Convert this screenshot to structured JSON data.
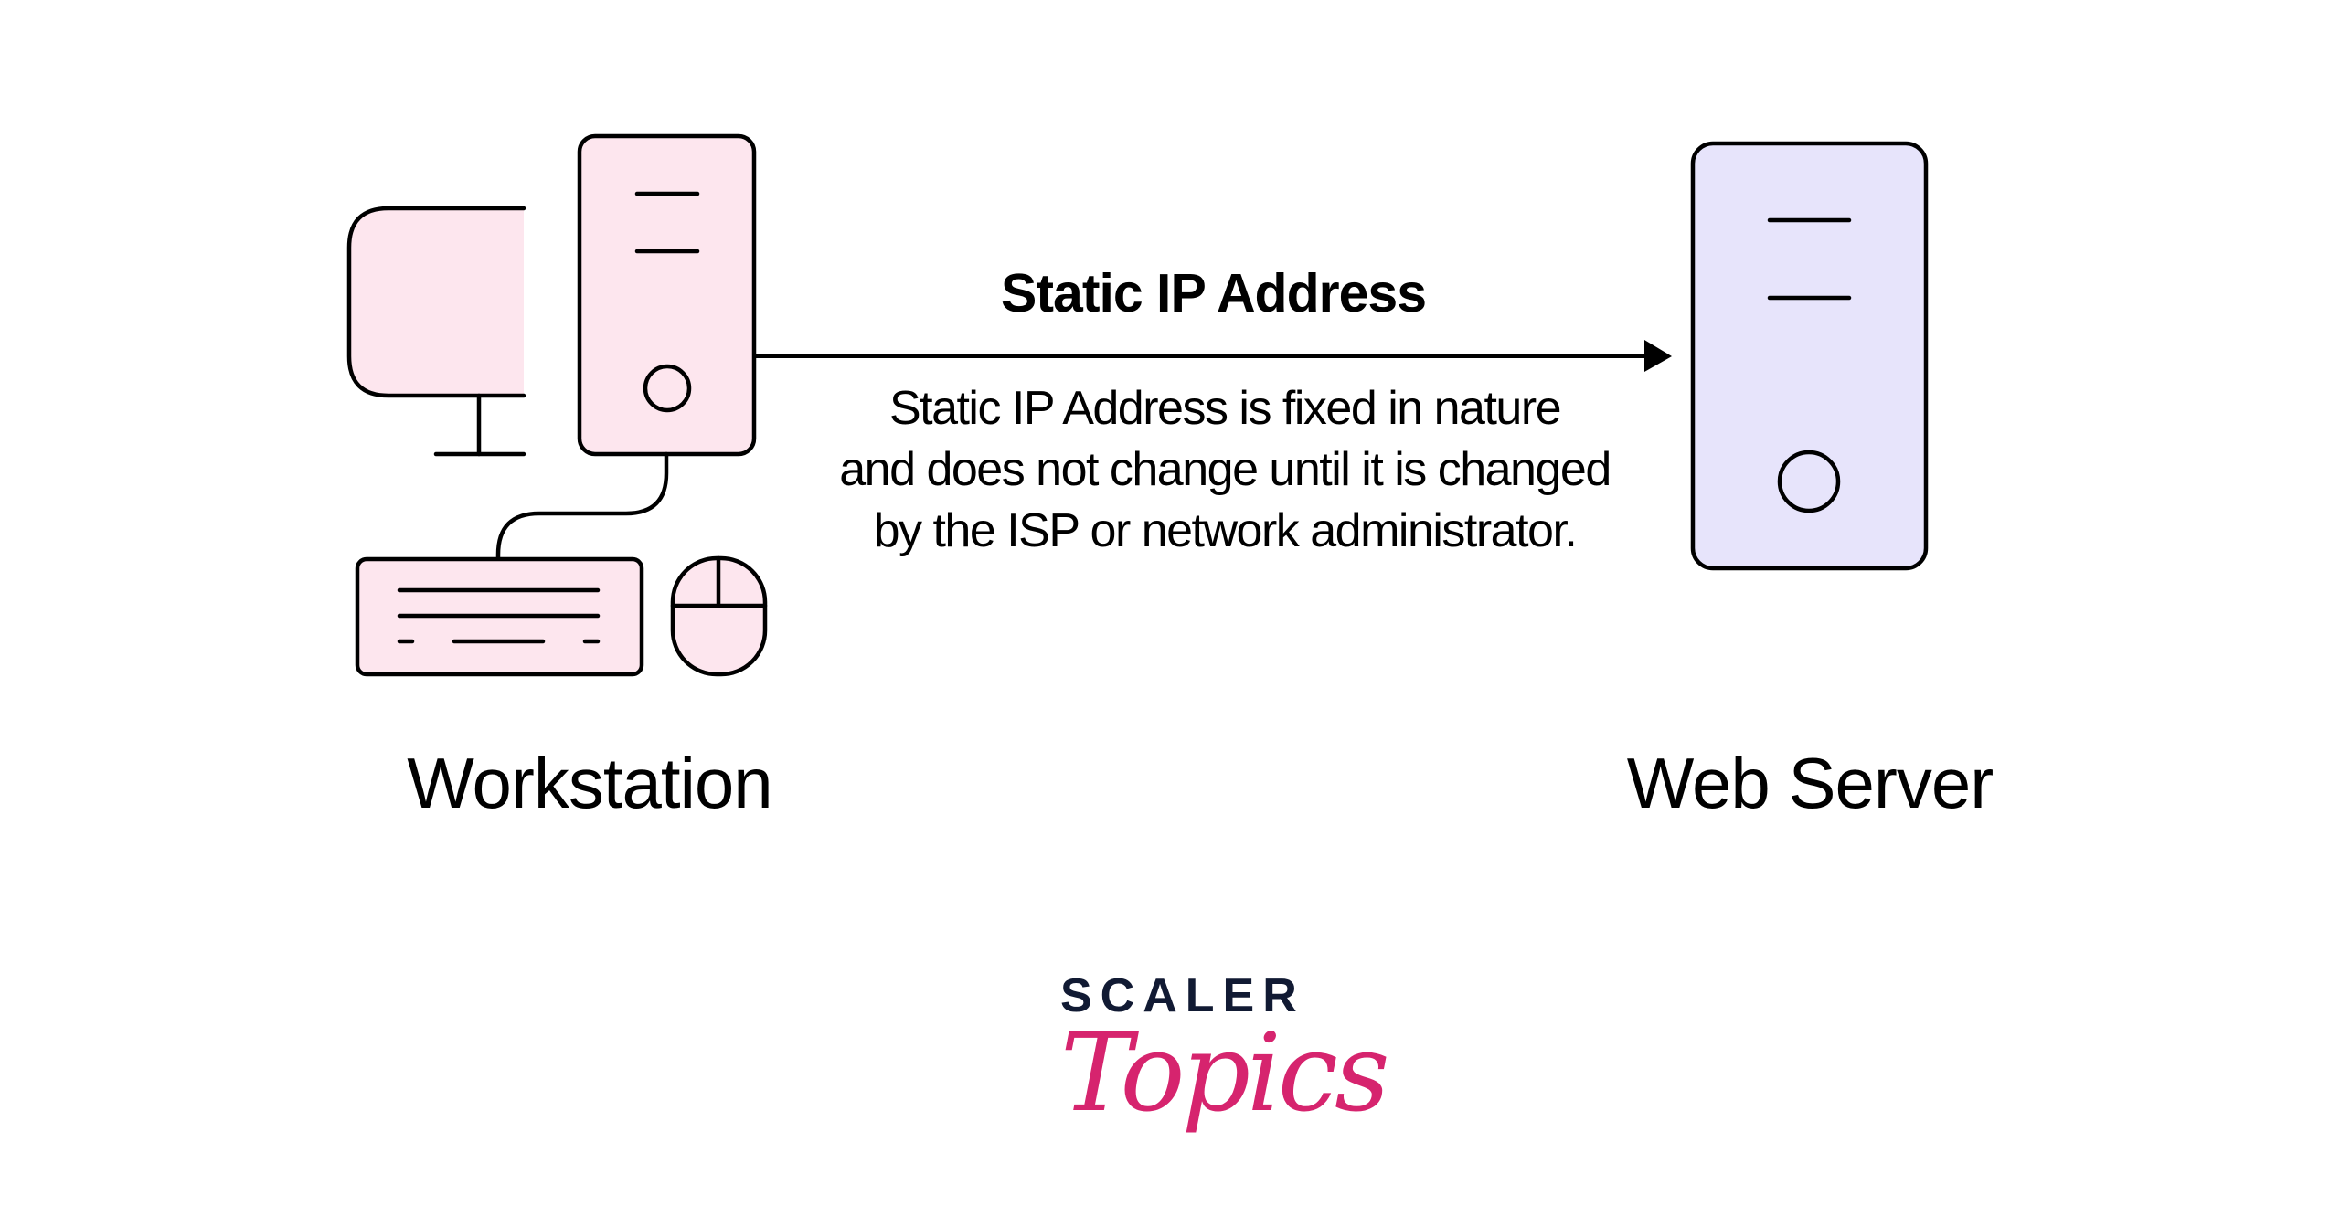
{
  "diagram": {
    "title": "Static IP Address",
    "description_lines": [
      "Static IP Address is fixed in nature",
      "and does not change until it is changed",
      "by the ISP or network administrator."
    ],
    "nodes": [
      {
        "id": "workstation",
        "label": "Workstation",
        "icon": "desktop-computer-icon",
        "fill": "#fde6ee"
      },
      {
        "id": "web-server",
        "label": "Web Server",
        "icon": "server-icon",
        "fill": "#e7e4fb"
      }
    ],
    "edges": [
      {
        "from": "workstation",
        "to": "web-server",
        "label": "Static IP Address",
        "style": "arrow"
      }
    ],
    "stroke_color": "#000000"
  },
  "logo": {
    "brand": "SCALER",
    "product": "Topics",
    "brand_color": "#111a33",
    "product_color": "#d6246e"
  }
}
